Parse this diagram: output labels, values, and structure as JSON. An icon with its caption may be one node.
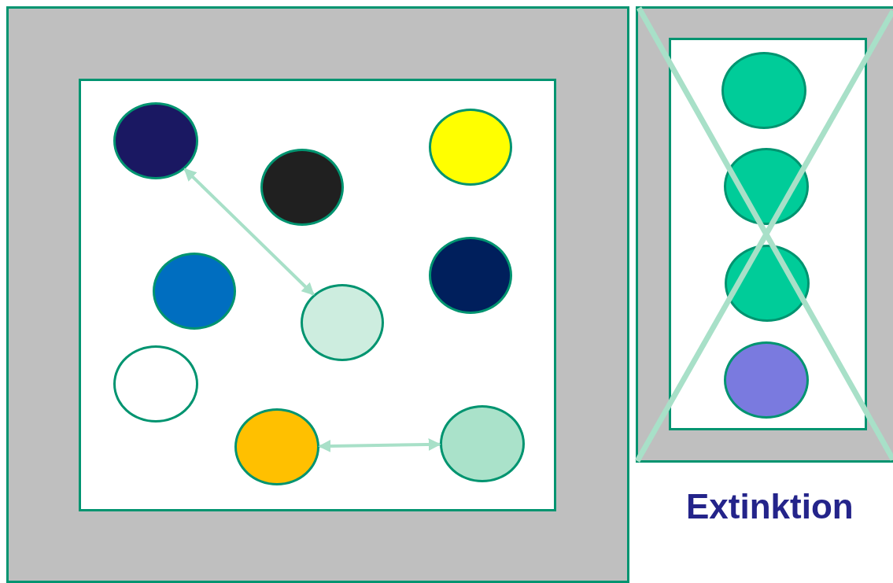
{
  "diagram": {
    "nodes": [
      {
        "text": [],
        "shape": "box"
      },
      {
        "text": [],
        "shape": "box",
        "in": 0
      },
      {
        "text": [],
        "shape": "circle",
        "in": 1
      },
      {
        "text": [],
        "shape": "circle",
        "in": 1
      },
      {
        "text": [],
        "shape": "circle",
        "in": 1
      },
      {
        "text": [],
        "shape": "circle",
        "in": 1
      },
      {
        "text": [],
        "shape": "circle",
        "in": 1
      },
      {
        "text": [],
        "shape": "circle",
        "in": 1
      },
      {
        "text": [],
        "shape": "circle",
        "in": 1
      },
      {
        "text": [],
        "shape": "circle",
        "in": 1
      },
      {
        "text": [],
        "shape": "circle",
        "in": 1
      },
      {
        "text": [],
        "shape": "box"
      },
      {
        "text": [],
        "shape": "box",
        "in": 11
      },
      {
        "text": [],
        "shape": "circle",
        "in": 12
      },
      {
        "text": [],
        "shape": "circle",
        "in": 12
      },
      {
        "text": [],
        "shape": "circle",
        "in": 12
      },
      {
        "text": [],
        "shape": "circle",
        "in": 12
      }
    ],
    "edges": [
      {
        "from": 2,
        "to": 6,
        "arrow": "both"
      },
      {
        "from": 9,
        "to": 10,
        "arrow": "both"
      }
    ],
    "labels": [
      "Extinktion"
    ]
  }
}
